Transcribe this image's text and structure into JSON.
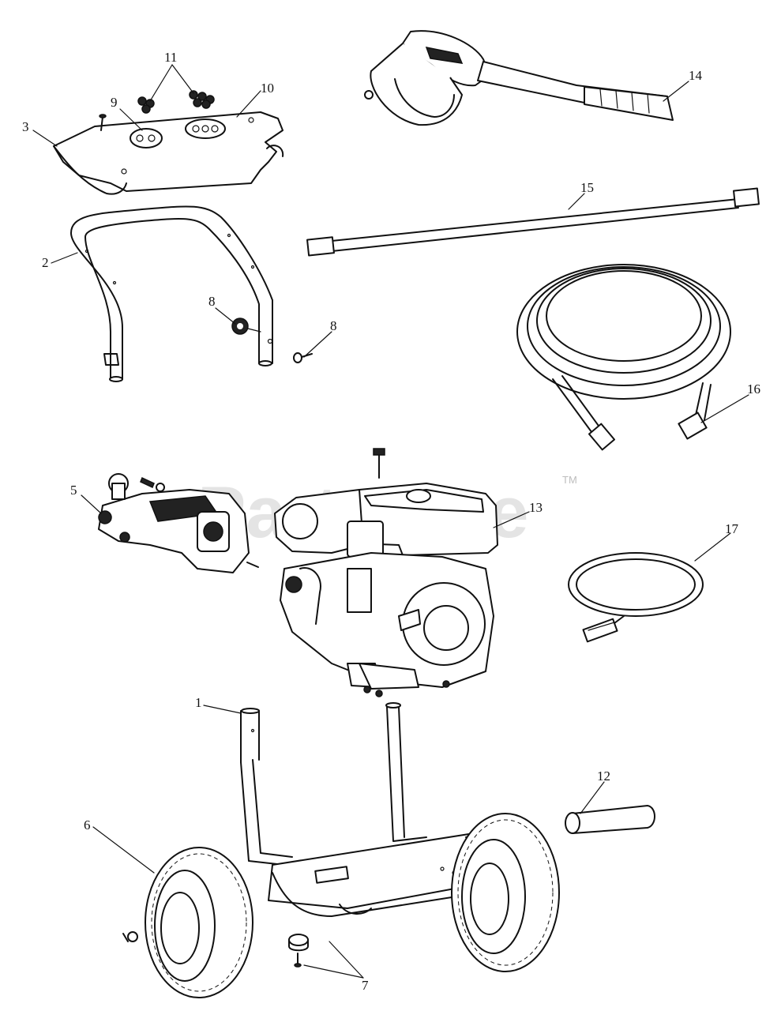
{
  "watermark": {
    "text": "PartsTree",
    "trademark": "TM"
  },
  "callouts": {
    "c1": "1",
    "c2": "2",
    "c3": "3",
    "c5": "5",
    "c6": "6",
    "c7": "7",
    "c8a": "8",
    "c8b": "8",
    "c9": "9",
    "c10": "10",
    "c11": "11",
    "c12": "12",
    "c13": "13",
    "c14": "14",
    "c15": "15",
    "c16": "16",
    "c17": "17"
  }
}
